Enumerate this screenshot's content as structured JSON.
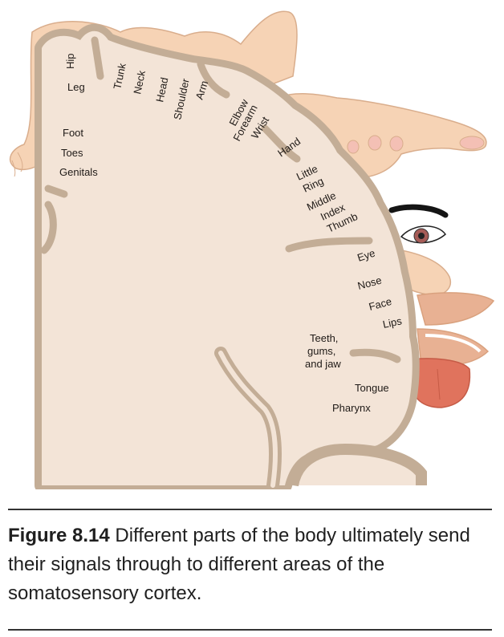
{
  "regions": {
    "hip": "Hip",
    "leg": "Leg",
    "foot": "Foot",
    "toes": "Toes",
    "genitals": "Genitals",
    "trunk": "Trunk",
    "neck": "Neck",
    "head": "Head",
    "shoulder": "Shoulder",
    "arm": "Arm",
    "elbow": "Elbow",
    "forearm": "Forearm",
    "wrist": "Wrist",
    "hand": "Hand",
    "little": "Little",
    "ring": "Ring",
    "middle": "Middle",
    "index": "Index",
    "thumb": "Thumb",
    "eye": "Eye",
    "nose": "Nose",
    "face": "Face",
    "lips": "Lips",
    "teeth_1": "Teeth,",
    "teeth_2": "gums,",
    "teeth_3": "and jaw",
    "tongue": "Tongue",
    "pharynx": "Pharynx"
  },
  "caption": {
    "label": "Figure 8.14",
    "text": " Different parts of the body ultimately send their signals through to different areas of the somatosensory cortex."
  },
  "colors": {
    "cortex_fill": "#f3e4d7",
    "cortex_border": "#c3ad96",
    "skin": "#f6d3b5",
    "skin_outline": "#d9ad8c",
    "tongue": "#e0735d",
    "lips": "#e8b193"
  }
}
